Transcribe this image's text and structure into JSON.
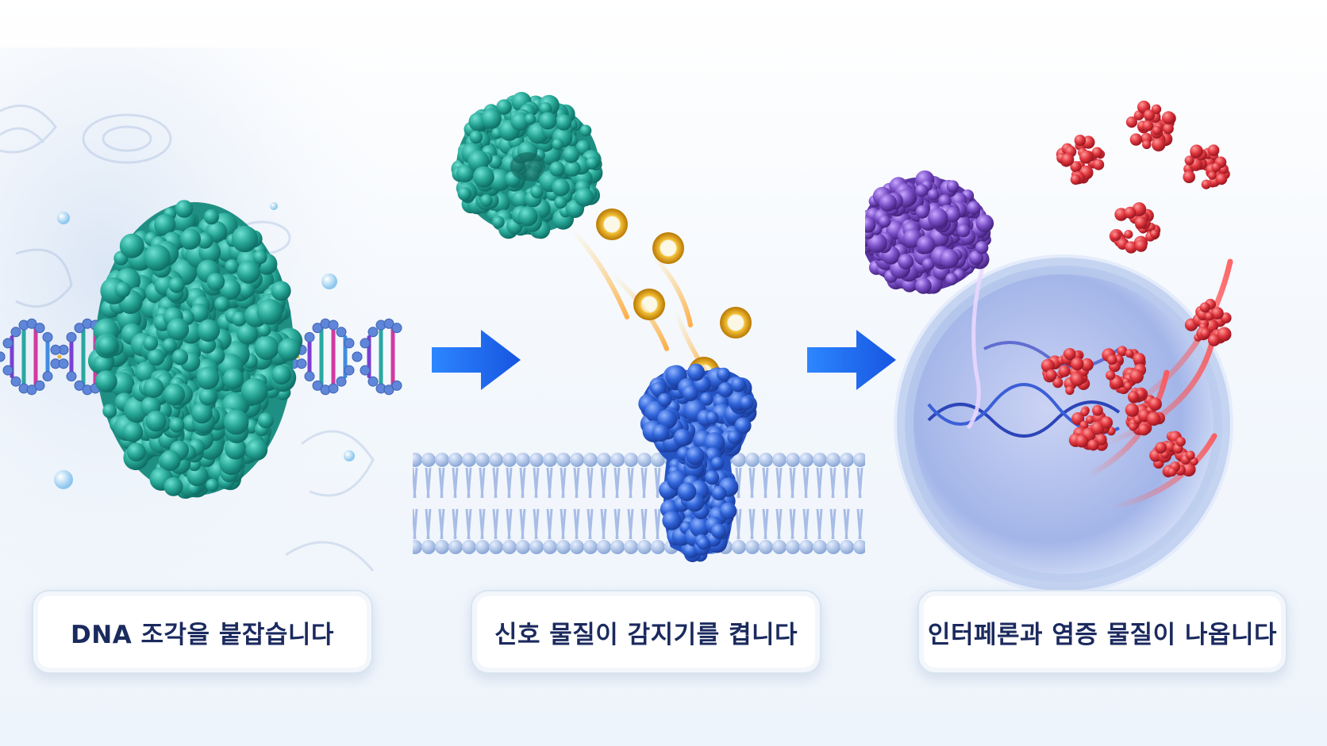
{
  "steps": [
    {
      "caption": "DNA 조각을 붙잡습니다"
    },
    {
      "caption": "신호 물질이 감지기를 켭니다"
    },
    {
      "caption": "인터페론과 염증 물질이 나옵니다"
    }
  ],
  "colors": {
    "sensor_teal": "#2aa79a",
    "receptor_blue": "#2f63d8",
    "kinase_purple": "#7a4fc7",
    "cytokine_red": "#e0363e",
    "signal_gold": "#e8a417",
    "arrow_blue": "#1f6df0",
    "caption_text": "#1b2a5e"
  }
}
